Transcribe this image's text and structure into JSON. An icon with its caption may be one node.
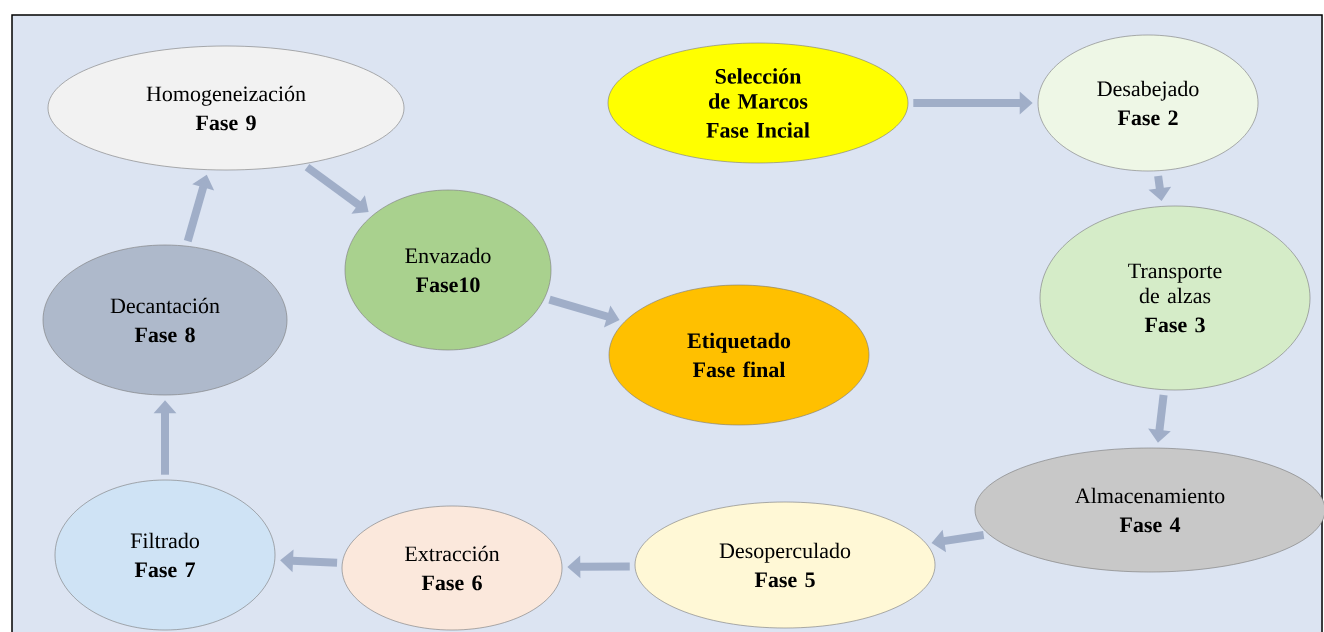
{
  "diagram": {
    "nodes": [
      {
        "text": [
          "Selección de Marcos",
          "Fase Incial"
        ]
      },
      {
        "text": [
          "Desabejado",
          "Fase 2"
        ]
      },
      {
        "text": [
          "Transporte de alzas",
          "Fase 3"
        ]
      },
      {
        "text": [
          "Almacenamiento",
          "Fase 4"
        ]
      },
      {
        "text": [
          "Desoperculado",
          "Fase 5"
        ]
      },
      {
        "text": [
          "Extracción",
          "Fase 6"
        ]
      },
      {
        "text": [
          "Filtrado",
          "Fase 7"
        ]
      },
      {
        "text": [
          "Decantación",
          "Fase 8"
        ]
      },
      {
        "text": [
          "Homogeneización",
          "Fase 9"
        ]
      },
      {
        "text": [
          "Envazado",
          "Fase10"
        ]
      },
      {
        "text": [
          "Etiquetado",
          "Fase final"
        ]
      }
    ],
    "edges": [
      {
        "from": 0,
        "to": 1,
        "arrow": "to"
      },
      {
        "from": 1,
        "to": 2,
        "arrow": "to"
      },
      {
        "from": 2,
        "to": 3,
        "arrow": "to"
      },
      {
        "from": 3,
        "to": 4,
        "arrow": "to"
      },
      {
        "from": 4,
        "to": 5,
        "arrow": "to"
      },
      {
        "from": 5,
        "to": 6,
        "arrow": "to"
      },
      {
        "from": 6,
        "to": 7,
        "arrow": "to"
      },
      {
        "from": 7,
        "to": 8,
        "arrow": "to"
      },
      {
        "from": 8,
        "to": 9,
        "arrow": "to"
      },
      {
        "from": 9,
        "to": 10,
        "arrow": "to"
      }
    ]
  }
}
